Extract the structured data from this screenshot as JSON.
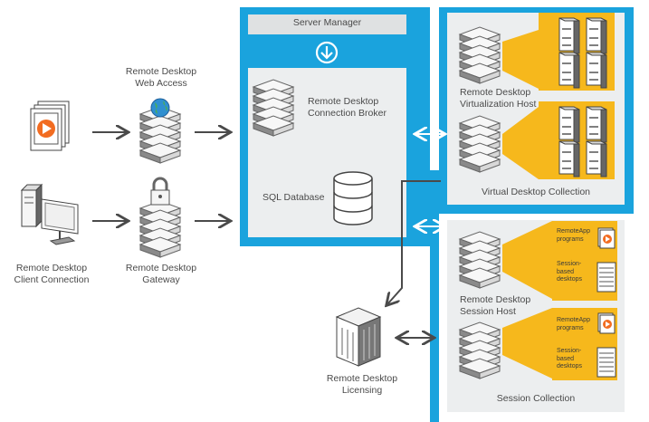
{
  "labels": {
    "server_manager": "Server Manager",
    "rd_web_access": [
      "Remote Desktop",
      "Web Access"
    ],
    "rd_connection_broker": [
      "Remote Desktop",
      "Connection Broker"
    ],
    "sql_database": "SQL Database",
    "rd_virtualization_host": [
      "Remote Desktop",
      "Virtualization Host"
    ],
    "virtual_desktop_collection": "Virtual Desktop Collection",
    "rd_client_connection": [
      "Remote Desktop",
      "Client Connection"
    ],
    "rd_gateway": [
      "Remote Desktop",
      "Gateway"
    ],
    "rd_session_host": [
      "Remote Desktop",
      "Session Host"
    ],
    "remoteapp_programs": [
      "RemoteApp",
      "programs"
    ],
    "session_based_desktops": [
      "Session-",
      "based",
      "desktops"
    ],
    "rd_licensing": [
      "Remote Desktop",
      "Licensing"
    ],
    "session_collection": "Session Collection"
  },
  "colors": {
    "blue_frame": "#1aa3dd",
    "panel": "#eceeef",
    "server_manager_bar": "#dfe1e2",
    "yellow": "#f6b81c",
    "arrow": "#4a4a4a",
    "server_light": "#f5f5f5",
    "server_dark": "#7d7d7d",
    "play_orange": "#f26c21"
  },
  "icons": [
    "down-arrow-circle-icon",
    "globe-icon",
    "padlock-icon",
    "monitor-icon",
    "play-icon",
    "database-icon",
    "server-rack-icon",
    "building-icon"
  ]
}
